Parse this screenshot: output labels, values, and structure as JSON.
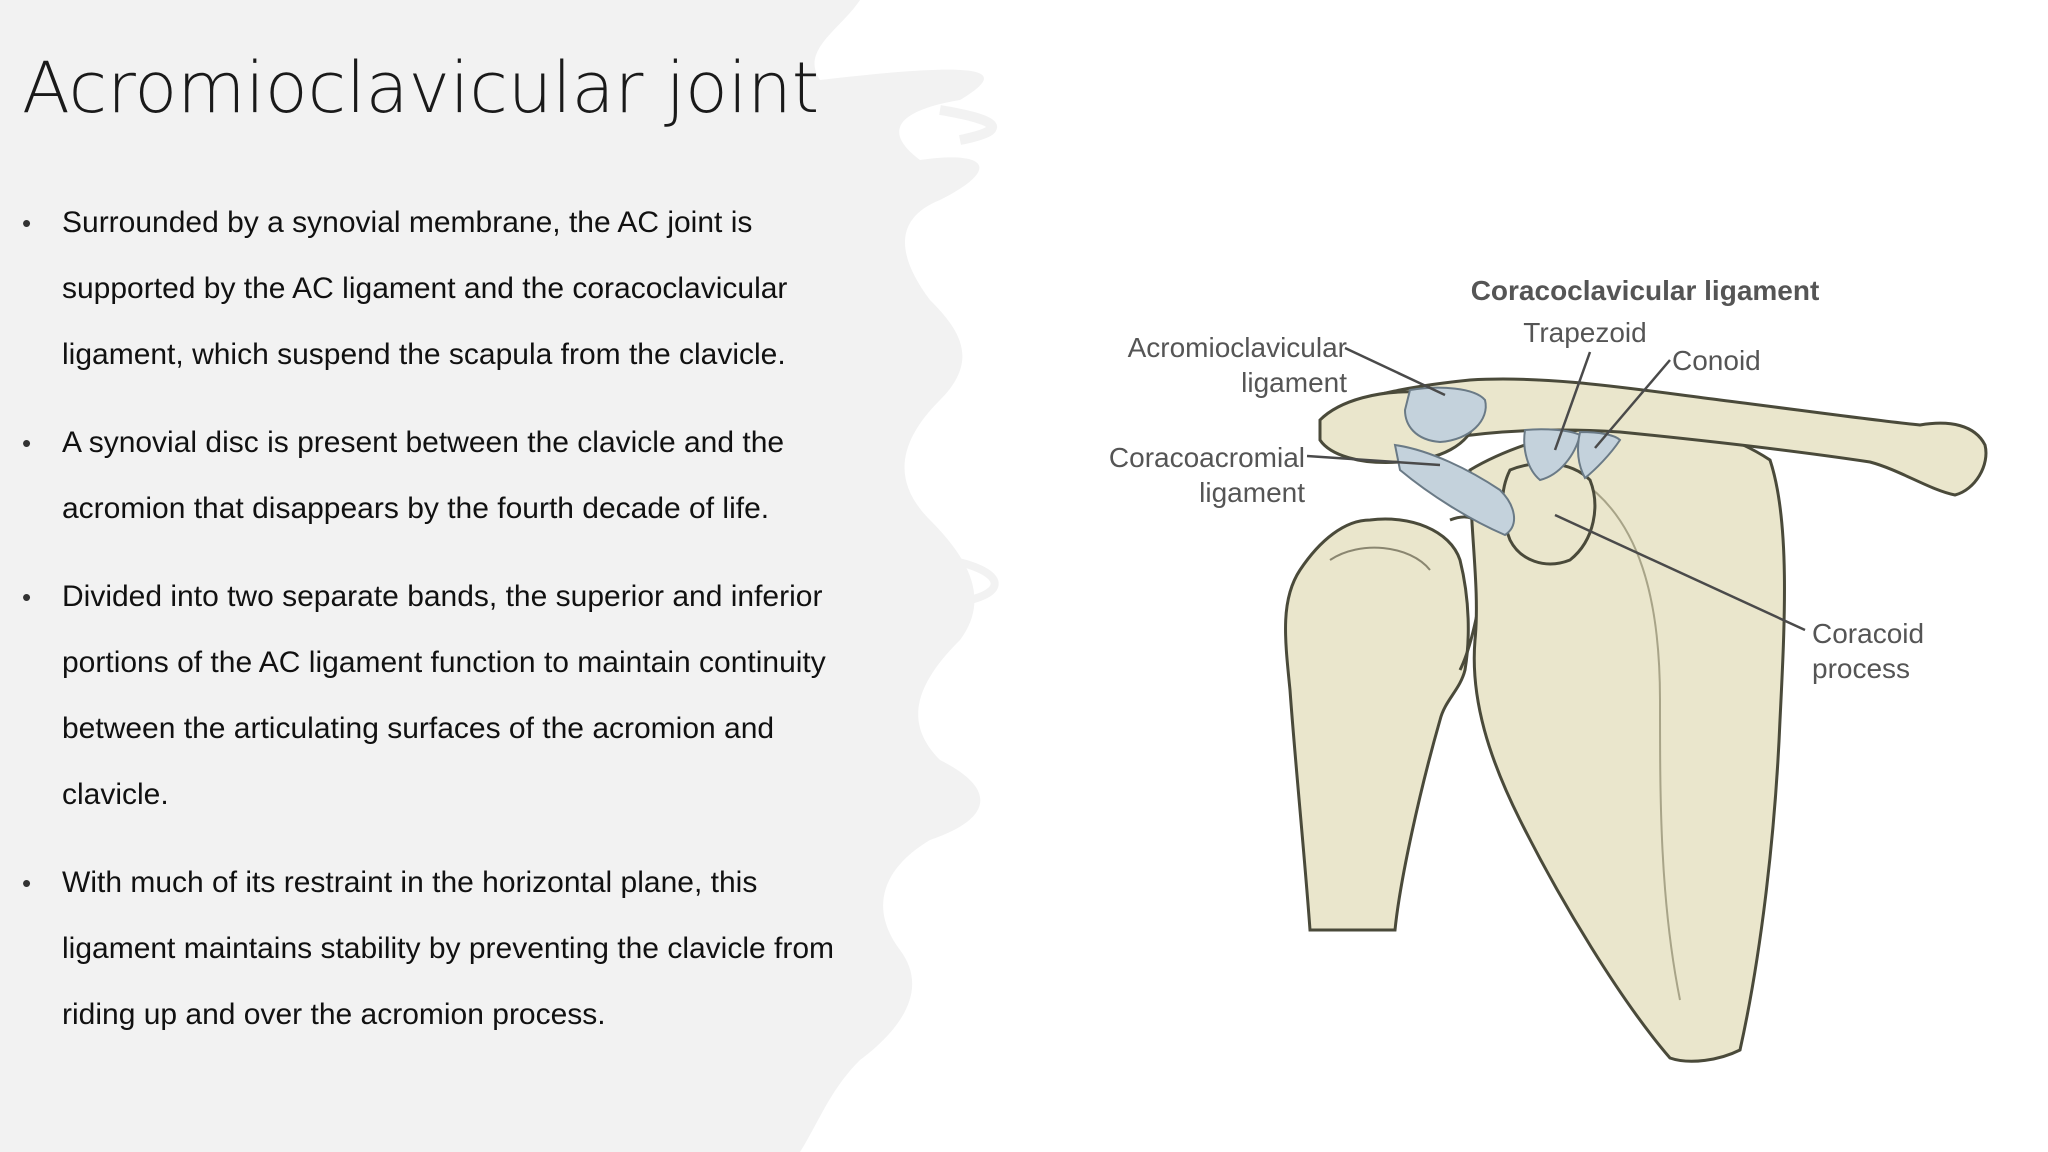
{
  "slide": {
    "title": "Acromioclavicular joint",
    "bullets": [
      "Surrounded by a synovial membrane, the AC joint is supported by the AC ligament and the coracoclavicular ligament, which suspend the scapula from the clavicle.",
      "A synovial disc is present between the clavicle and the acromion that disappears by the fourth decade of life.",
      "Divided into two separate bands, the superior and inferior portions of the AC ligament function to maintain continuity between the articulating surfaces of the acromion and clavicle.",
      "With much of its restraint in the horizontal plane, this ligament maintains stability by preventing the clavicle from riding up and over the acromion process."
    ]
  },
  "figure": {
    "labels": {
      "coracoclavicular": "Coracoclavicular ligament",
      "trapezoid": "Trapezoid",
      "conoid": "Conoid",
      "acromioclavicular_1": "Acromioclavicular",
      "acromioclavicular_2": "ligament",
      "coracoacromial_1": "Coracoacromial",
      "coracoacromial_2": "ligament",
      "coracoid_1": "Coracoid",
      "coracoid_2": "process"
    }
  },
  "colors": {
    "bone_fill": "#eae6cc",
    "bone_stroke": "#4a4a3a",
    "ligament": "#c4d2dc",
    "brush_gray": "#f2f2f2"
  }
}
